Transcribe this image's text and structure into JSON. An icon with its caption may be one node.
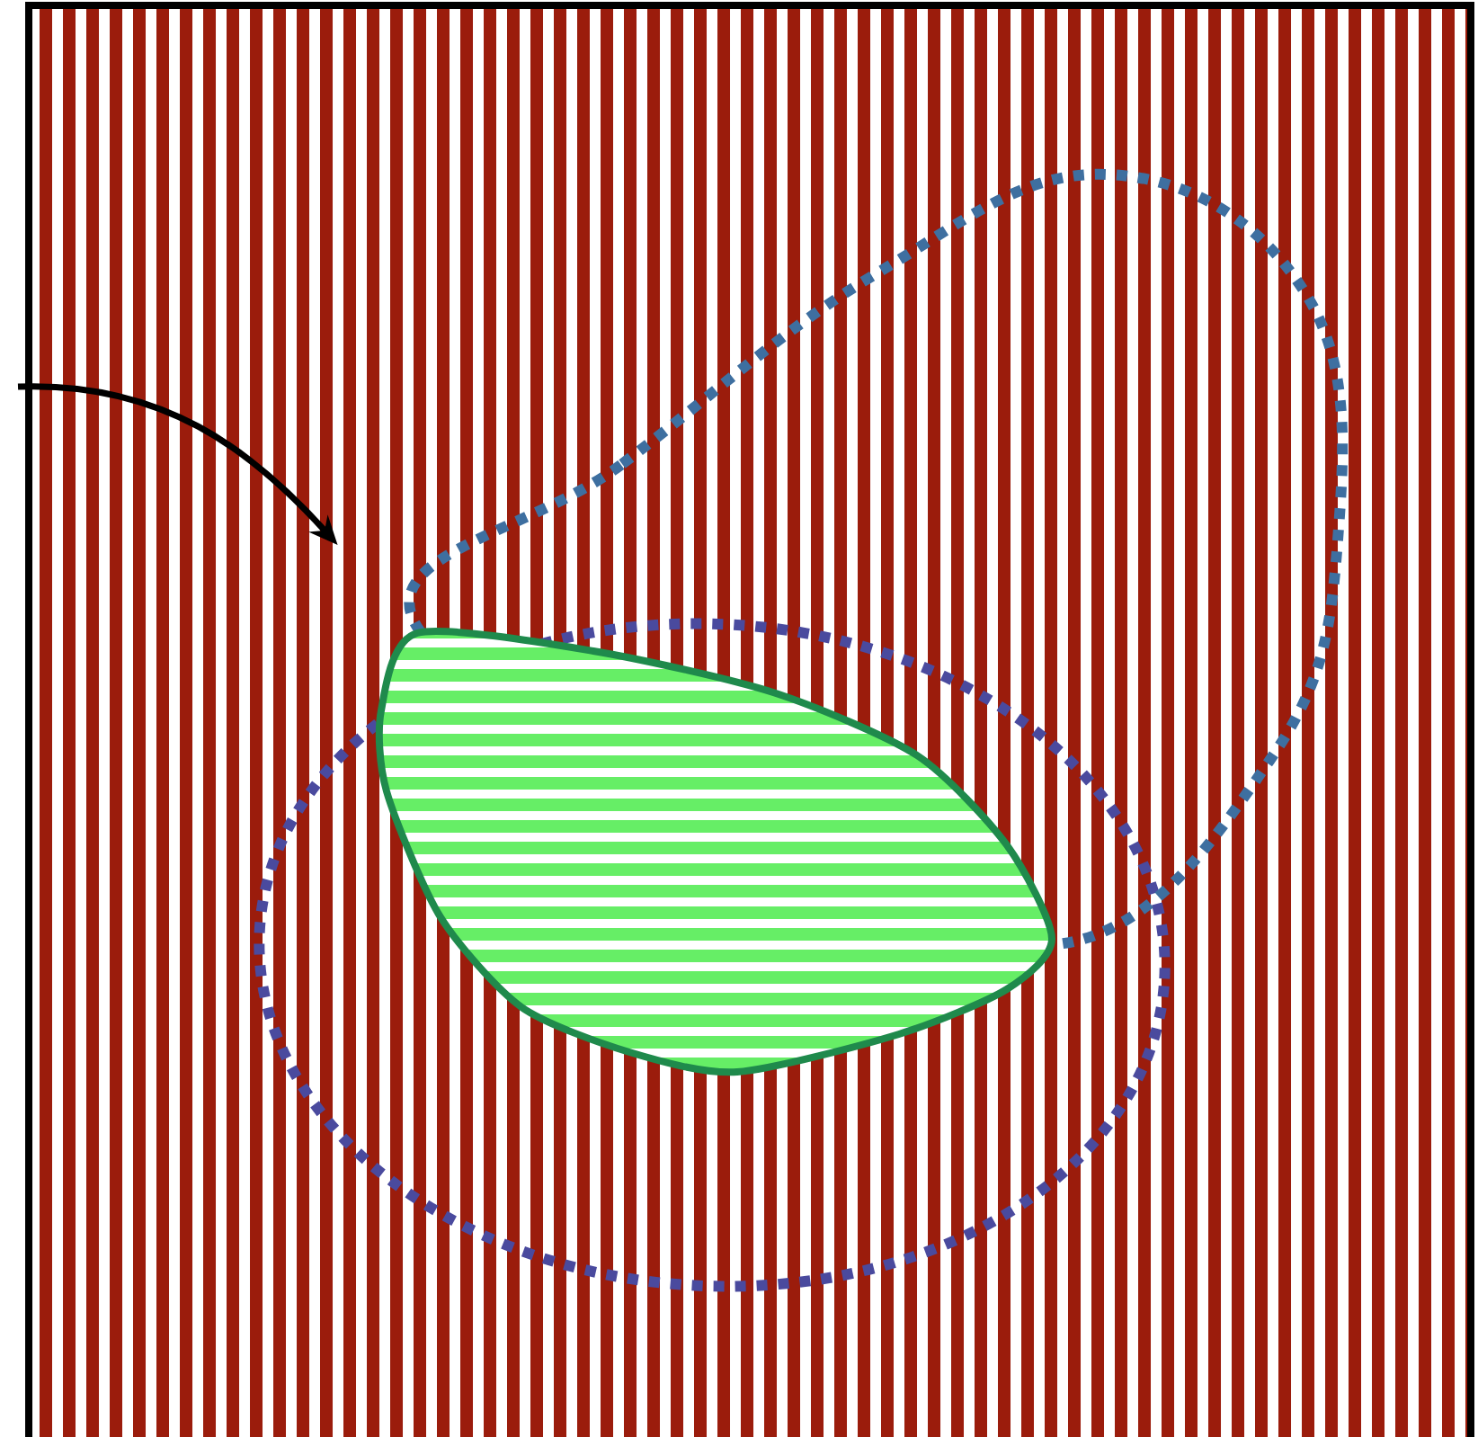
{
  "diagram": {
    "nodes": [
      {
        "text": [],
        "shape": "box"
      },
      {
        "text": [],
        "shape": "ellipse",
        "in": 0
      },
      {
        "text": [],
        "shape": "egg",
        "in": 0
      },
      {
        "text": [],
        "shape": "lens",
        "in": 1
      }
    ],
    "edges": [
      {
        "from": null,
        "to": 2,
        "arrow": "to"
      }
    ]
  }
}
